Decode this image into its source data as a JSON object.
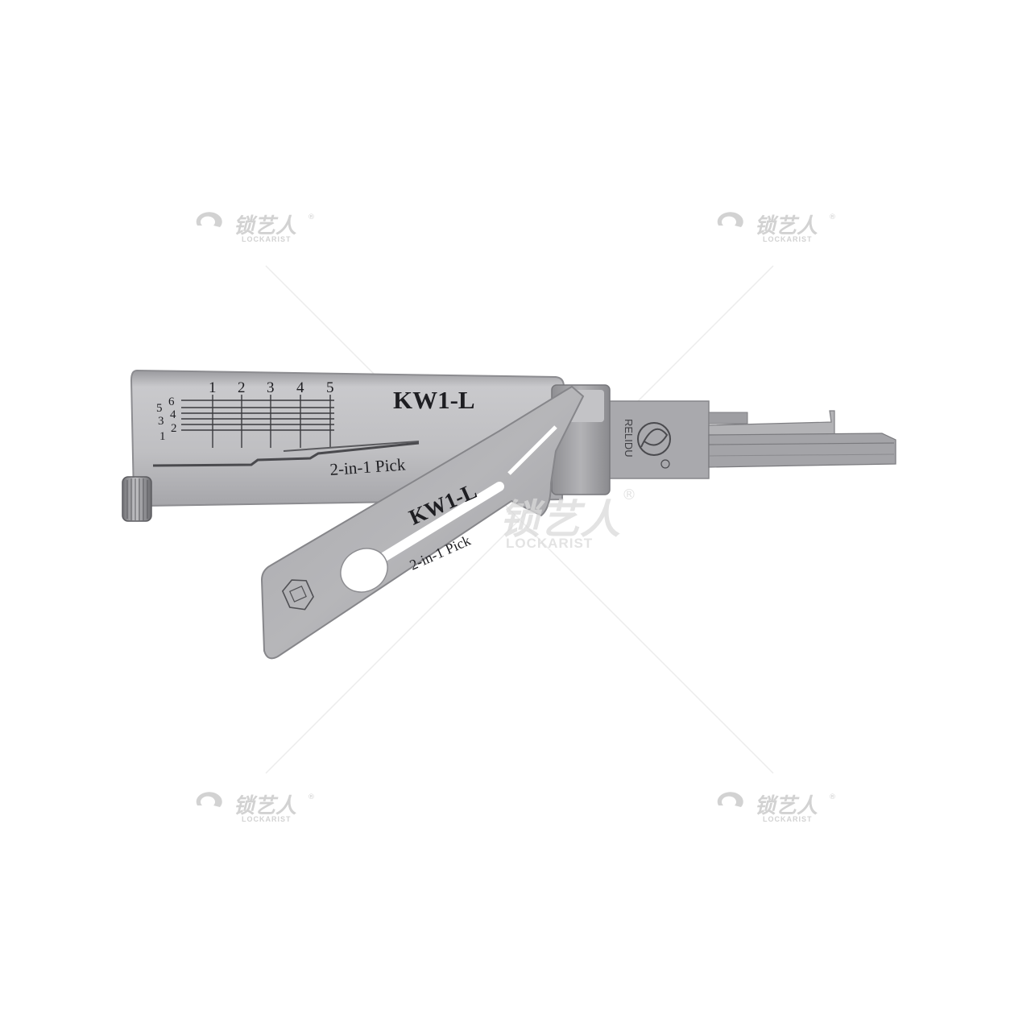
{
  "watermark": {
    "brand_cn": "锁艺人",
    "brand_en": "LOCKARIST",
    "reg_mark": "®",
    "color": "#d3d3d3"
  },
  "tool": {
    "upper_plate": {
      "model": "KW1-L",
      "subtitle": "2-in-1 Pick",
      "column_numbers": [
        "1",
        "2",
        "3",
        "4",
        "5"
      ],
      "row_numbers": [
        "5",
        "6",
        "3",
        "4",
        "1",
        "2"
      ]
    },
    "lower_pick": {
      "model": "KW1-L",
      "subtitle": "2-in-1 Pick"
    },
    "head_brand": "RELIDU",
    "colors": {
      "steel_light": "#bdbdbf",
      "steel_mid": "#9c9ca0",
      "steel_dark": "#6d6d72",
      "engrave": "#1e1e22"
    }
  }
}
